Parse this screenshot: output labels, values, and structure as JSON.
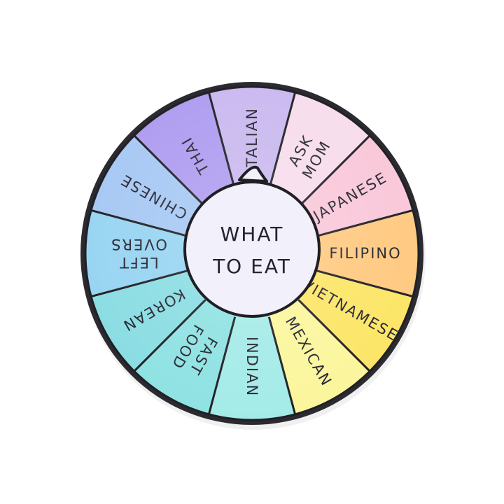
{
  "center": {
    "line1": "WHAT",
    "line2": "TO EAT",
    "fill": "#f1f0fb"
  },
  "outline_color": "#1f1f24",
  "segments": [
    {
      "id": "italian",
      "lines": [
        "ITALIAN"
      ],
      "color": "#c9b8ef"
    },
    {
      "id": "ask-mom",
      "lines": [
        "ASK",
        "MOM"
      ],
      "color": "#f7dcec"
    },
    {
      "id": "japanese",
      "lines": [
        "JAPANESE"
      ],
      "color": "#f9c7d9"
    },
    {
      "id": "filipino",
      "lines": [
        "FILIPINO"
      ],
      "color": "#ffc980"
    },
    {
      "id": "vietnamese",
      "lines": [
        "VIETNAMESE"
      ],
      "color": "#fce566"
    },
    {
      "id": "mexican",
      "lines": [
        "MEXICAN"
      ],
      "color": "#fbf69c"
    },
    {
      "id": "indian",
      "lines": [
        "INDIAN"
      ],
      "color": "#a4ebe8"
    },
    {
      "id": "fast-food",
      "lines": [
        "FAST",
        "FOOD"
      ],
      "color": "#8fe2e3"
    },
    {
      "id": "korean",
      "lines": [
        "KOREAN"
      ],
      "color": "#8adde3"
    },
    {
      "id": "leftovers",
      "lines": [
        "LEFT",
        "OVERS"
      ],
      "color": "#97d4f2"
    },
    {
      "id": "chinese",
      "lines": [
        "CHINESE"
      ],
      "color": "#a6c8f4"
    },
    {
      "id": "thai",
      "lines": [
        "THAI"
      ],
      "color": "#ae9bf0"
    }
  ]
}
